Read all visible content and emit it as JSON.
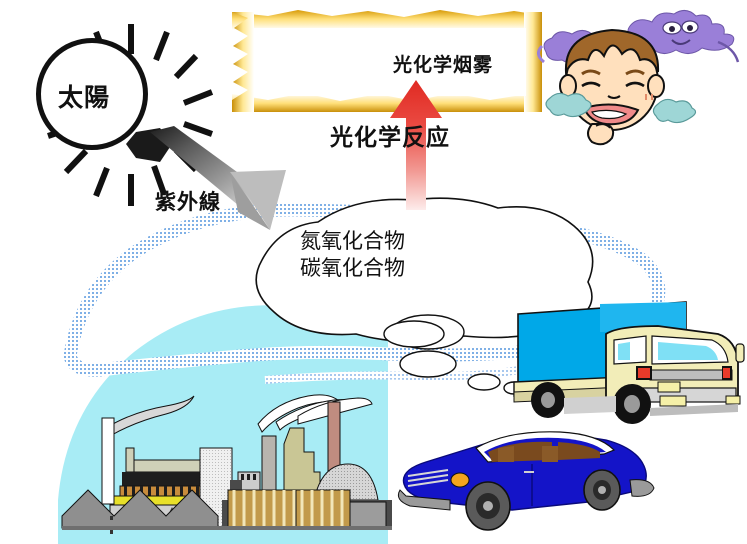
{
  "diagram": {
    "title_semantic": "photochemical-smog-formation-diagram",
    "sun": {
      "label": "太陽",
      "rays_count": 12,
      "icon": "sun-icon"
    },
    "uv_beam": {
      "label": "紫外線",
      "icon": "uv-ray-arrow-icon",
      "direction": "down-right"
    },
    "scroll_banner": {
      "icon": "parchment-scroll-icon",
      "smog_label": "光化学烟雾"
    },
    "reaction_arrow": {
      "label": "光化学反应",
      "icon": "up-arrow-icon",
      "color": "#e8302a"
    },
    "pollutant_cloud": {
      "icon": "thought-cloud-icon",
      "line1": "氮氧化合物",
      "line2": "碳氧化合物"
    },
    "boy": {
      "icon": "coughing-boy-icon",
      "alt": "coughing-child"
    },
    "smog_creatures": {
      "icon": "purple-smog-icon",
      "color": "#9a7fd8"
    },
    "factory": {
      "icon": "factory-icon",
      "stacks": 5
    },
    "truck": {
      "icon": "truck-icon",
      "body_color": "#00a8e8",
      "cab_color": "#f2edb8"
    },
    "car": {
      "icon": "car-icon",
      "body_color": "#1414c8"
    },
    "sky": {
      "color": "#a8ecf5"
    },
    "haze": {
      "color": "#8fb8e8"
    }
  },
  "colors": {
    "scroll_gold_dark": "#c9960c",
    "scroll_gold_light": "#ffe98a",
    "red_arrow": "#e8302a",
    "sky_cyan": "#a8ecf5",
    "purple_smog": "#9a7fd8",
    "ink": "#111111"
  }
}
